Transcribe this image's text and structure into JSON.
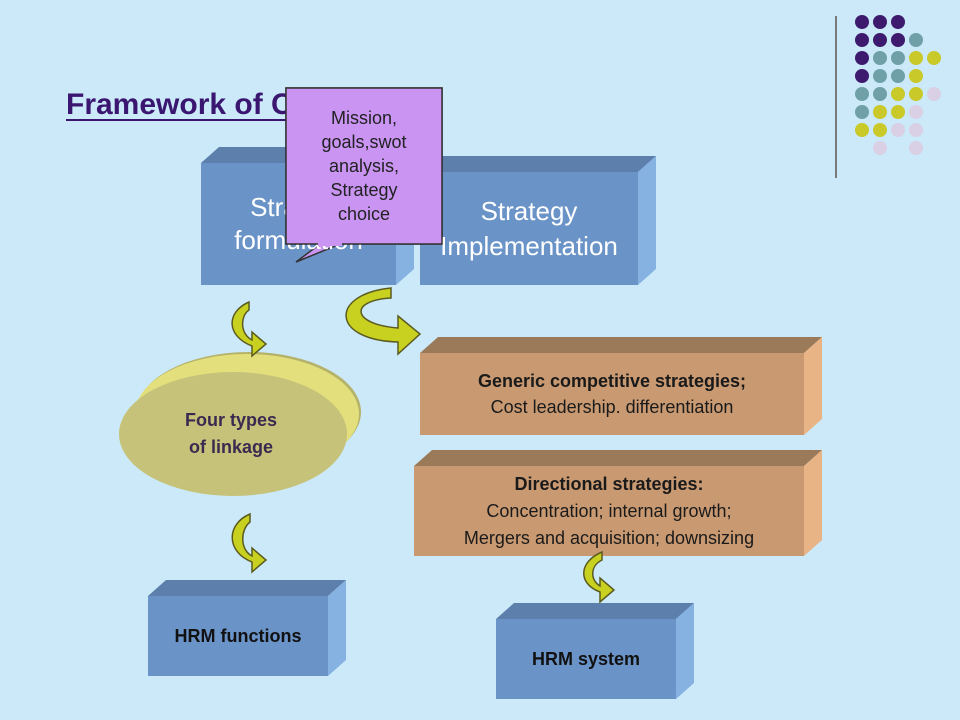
{
  "title": "Framework of Chapter 2",
  "callout": {
    "lines": [
      "Mission,",
      "goals,swot",
      "analysis,",
      "Strategy",
      "choice"
    ]
  },
  "boxes": {
    "strategy_formulation": {
      "line1": "Strategy",
      "line2": "formulation"
    },
    "strategy_implementation": {
      "line1": "Strategy",
      "line2": "Implementation"
    },
    "generic": {
      "heading": "Generic competitive strategies;",
      "detail": "Cost leadership. differentiation"
    },
    "directional": {
      "heading": "Directional strategies:",
      "detail1": "Concentration; internal growth;",
      "detail2": "Mergers and acquisition; downsizing"
    },
    "hrm_functions": {
      "label": "HRM functions"
    },
    "hrm_system": {
      "label": "HRM system"
    }
  },
  "linkage": {
    "line1": "Four types",
    "line2": "of linkage"
  },
  "colors": {
    "background": "#cbe9f8",
    "blue_box": "#6a93c7",
    "tan_box": "#c99a72",
    "purple_callout": "#c994f2",
    "ellipse": "#c6c27a",
    "arrow": "#c9d120",
    "title": "#3a1670"
  }
}
